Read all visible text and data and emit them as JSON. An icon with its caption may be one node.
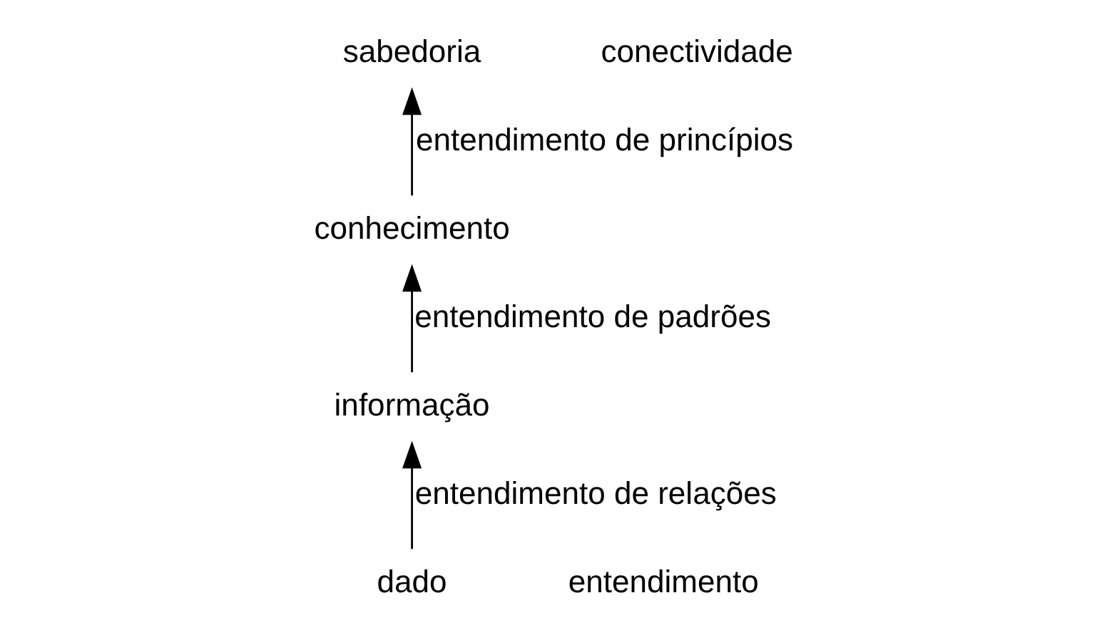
{
  "diagram": {
    "nodes": [
      {
        "text": [
          "dado"
        ]
      },
      {
        "text": [
          "informação"
        ]
      },
      {
        "text": [
          "conhecimento"
        ]
      },
      {
        "text": [
          "sabedoria"
        ]
      }
    ],
    "edges": [
      {
        "from": 0,
        "to": 1,
        "arrow": "to",
        "label": "entendimento de relações"
      },
      {
        "from": 1,
        "to": 2,
        "arrow": "to",
        "label": "entendimento de padrões"
      },
      {
        "from": 2,
        "to": 3,
        "arrow": "to",
        "label": "entendimento de princípios"
      }
    ],
    "labels": [
      "conectividade",
      "entendimento"
    ]
  }
}
